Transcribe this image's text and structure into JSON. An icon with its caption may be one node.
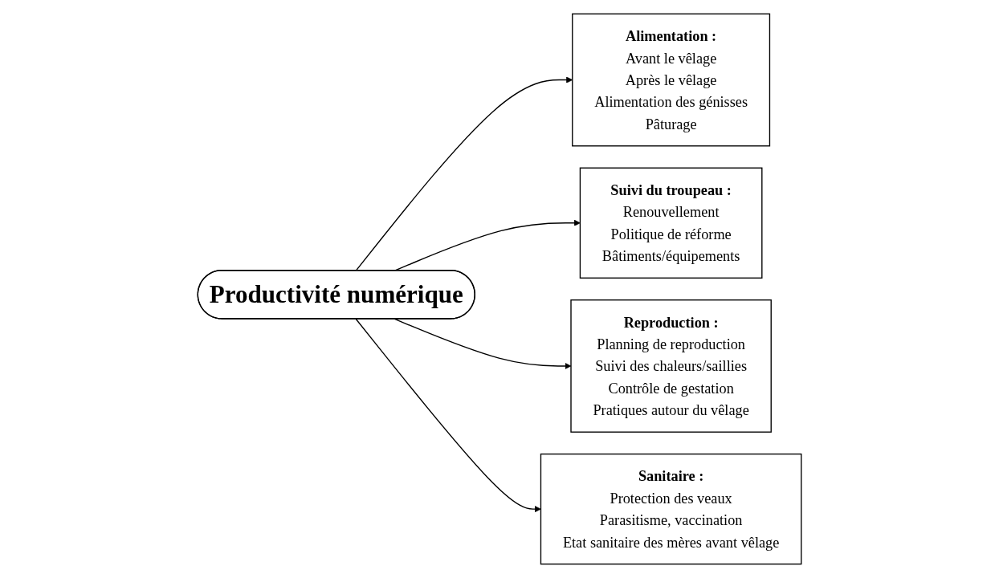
{
  "diagram": {
    "nodes": [
      {
        "text": [
          "Alimentation :",
          "Avant le vêlage",
          "Après le vêlage",
          "Alimentation des génisses",
          "Pâturage"
        ]
      },
      {
        "text": [
          "Suivi du troupeau :",
          "Renouvellement",
          "Politique de réforme",
          "Bâtiments/équipements"
        ]
      },
      {
        "text": [
          "Productivité numérique"
        ]
      },
      {
        "text": [
          "Reproduction :",
          "Planning de reproduction",
          "Suivi des chaleurs/saillies",
          "Contrôle de gestation",
          "Pratiques autour du vêlage"
        ]
      },
      {
        "text": [
          "Sanitaire :",
          "Protection des veaux",
          "Parasitisme, vaccination",
          "Etat sanitaire des mères avant vêlage"
        ]
      }
    ],
    "edges": [
      {
        "from": 2,
        "to": 0,
        "arrow": "to"
      },
      {
        "from": 2,
        "to": 1,
        "arrow": "to"
      },
      {
        "from": 2,
        "to": 3,
        "arrow": "to"
      },
      {
        "from": 2,
        "to": 4,
        "arrow": "to"
      }
    ]
  }
}
